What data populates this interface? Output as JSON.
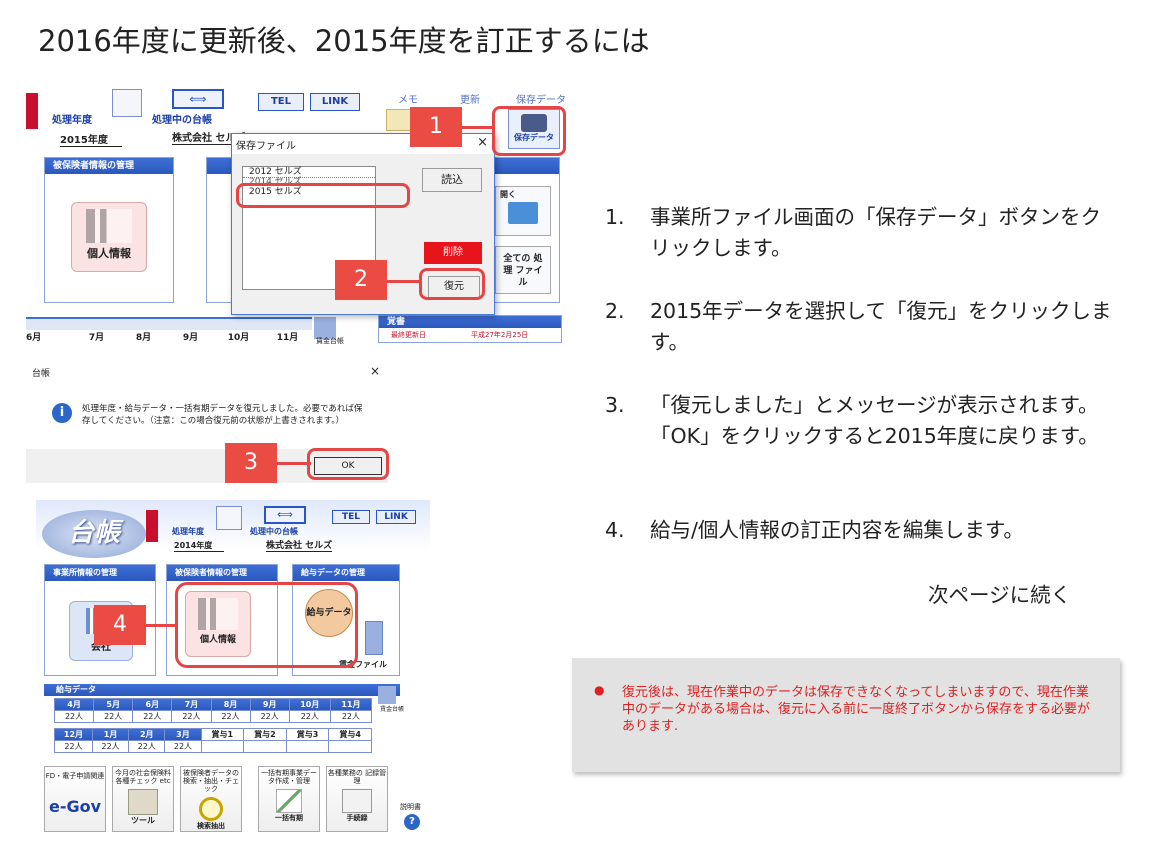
{
  "title": "2016年度に更新後、2015年度を訂正するには",
  "screen1": {
    "label_year": "処理年度",
    "label_ledger": "処理中の台帳",
    "year": "2015年度",
    "company": "株式会社 セルズ",
    "tel": "TEL",
    "link": "LINK",
    "memo": "メモ",
    "update": "更新",
    "save_data_label": "保存データ",
    "save_data_btn": "保存データ",
    "panel_insured": "被保険者情報の管理",
    "kojin": "個人情報",
    "months": [
      "6月",
      "7月",
      "8月",
      "9月",
      "10月",
      "11月"
    ],
    "chingin": "賃金台帳",
    "oboegaki": "覚書",
    "last_update_label": "最終更新日",
    "last_update_date": "平成27年2月25日",
    "open": "開く",
    "all_files": "全ての 処理 ファイル",
    "dialog": {
      "title": "保存ファイル",
      "items": [
        "2012 セルズ",
        "2014 セルズ",
        "2015 セルズ"
      ],
      "read": "読込",
      "delete": "削除",
      "restore": "復元",
      "close": "×"
    }
  },
  "screen2": {
    "title": "台帳",
    "close": "×",
    "message": "処理年度・給与データ・一括有期データを復元しました。必要であれば保存してください。（注意：この場合復元前の状態が上書きされます。）",
    "ok": "OK"
  },
  "screen3": {
    "logo": "台帳",
    "label_year": "処理年度",
    "label_ledger": "処理中の台帳",
    "year": "2014年度",
    "company": "株式会社 セルズ",
    "tel": "TEL",
    "link": "LINK",
    "panel_office": "事業所情報の管理",
    "panel_insured": "被保険者情報の管理",
    "panel_salary": "給与データの管理",
    "kaisha": "会社",
    "kojin": "個人情報",
    "kyuyo": "給与データ",
    "chingin_file": "賃金ファイル",
    "salary_data": "給与データ",
    "chingin": "賃金台帳",
    "row1_months": [
      "4月",
      "5月",
      "6月",
      "7月",
      "8月",
      "9月",
      "10月",
      "11月"
    ],
    "row1_vals": [
      "22人",
      "22人",
      "22人",
      "22人",
      "22人",
      "22人",
      "22人",
      "22人"
    ],
    "row2_months": [
      "12月",
      "1月",
      "2月",
      "3月",
      "賞与1",
      "賞与2",
      "賞与3",
      "賞与4"
    ],
    "row2_vals": [
      "22人",
      "22人",
      "22人",
      "22人",
      "",
      "",
      "",
      ""
    ],
    "tools": [
      {
        "top": "FD・電子申請関連",
        "bottom": "e-Gov"
      },
      {
        "top": "今月の社会保険料 各種チェック etc",
        "bottom": "ツール"
      },
      {
        "top": "被保険者データの 検索・抽出・チェック",
        "bottom": "検索抽出"
      },
      {
        "top": "一括有期事業デー タ作成・管理",
        "bottom": "一括有期"
      },
      {
        "top": "各種業務の 記録管理",
        "bottom": "手続録"
      }
    ],
    "manual": "説明書"
  },
  "badges": [
    "1",
    "2",
    "3",
    "4"
  ],
  "steps": [
    {
      "num": "1.",
      "text": "事業所ファイル画面の「保存データ」ボタンをクリックします。"
    },
    {
      "num": "2.",
      "text": "2015年データを選択して「復元」をクリックします。"
    },
    {
      "num": "3.",
      "text": "「復元しました」とメッセージが表示されます。「OK」をクリックすると2015年度に戻ります。"
    },
    {
      "num": "4.",
      "text": "給与/個人情報の訂正内容を編集します。"
    }
  ],
  "continue": "次ページに続く",
  "note": {
    "bullet": "●",
    "text": "復元後は、現在作業中のデータは保存できなくなってしまいますので、現在作業中のデータがある場合は、復元に入る前に一度終了ボタンから保存をする必要があります."
  },
  "colors": {
    "accent_red": "#e64545",
    "badge": "#ea4b43",
    "ui_blue": "#2a58bd",
    "note_bg": "#e2e2e2",
    "note_text": "#e02020"
  }
}
